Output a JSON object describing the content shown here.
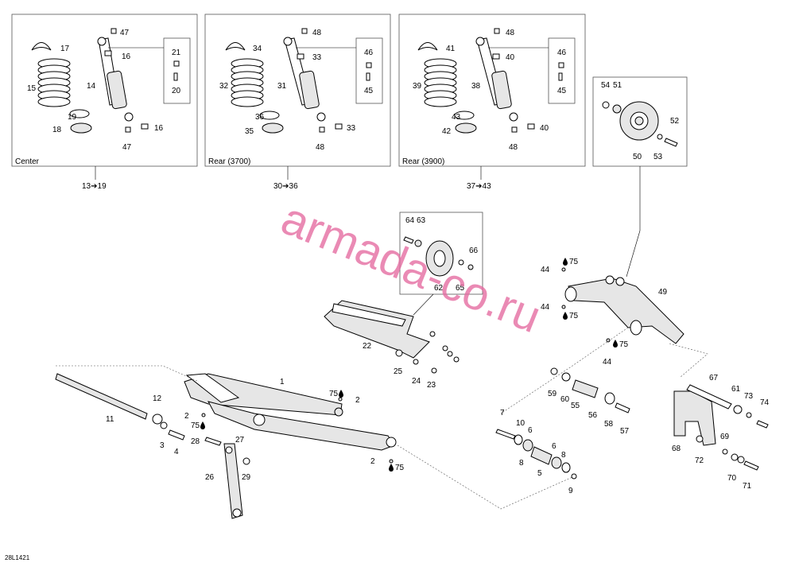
{
  "diagram": {
    "boxes": {
      "center": {
        "caption": "Center",
        "ref": "13➔19"
      },
      "rear3700": {
        "caption": "Rear (3700)",
        "ref": "30➔36"
      },
      "rear3900": {
        "caption": "Rear (3900)",
        "ref": "37➔43"
      }
    },
    "watermark": "armada-co.ru",
    "drawing_code": "28L1421",
    "oil_symbol_text": "75",
    "labels": {
      "c17": "17",
      "c15": "15",
      "c14": "14",
      "c47a": "47",
      "c16a": "16",
      "c21": "21",
      "c20": "20",
      "c19": "19",
      "c18": "18",
      "c16b": "16",
      "c47b": "47",
      "r34": "34",
      "r32": "32",
      "r31": "31",
      "r48a": "48",
      "r33a": "33",
      "r46": "46",
      "r45": "45",
      "r36": "36",
      "r35": "35",
      "r33b": "33",
      "r48b": "48",
      "s41": "41",
      "s39": "39",
      "s38": "38",
      "s48a": "48",
      "s40a": "40",
      "s46": "46",
      "s45": "45",
      "s43": "43",
      "s42": "42",
      "s40b": "40",
      "s48b": "48",
      "w54": "54",
      "w51": "51",
      "w52": "52",
      "w50": "50",
      "w53": "53",
      "i64": "64",
      "i63": "63",
      "i66": "66",
      "i65": "65",
      "i62": "62",
      "p44a": "44",
      "p44b": "44",
      "p44c": "44",
      "p49": "49",
      "p22": "22",
      "p25": "25",
      "p24": "24",
      "p23": "23",
      "p1": "1",
      "p2a": "2",
      "p2b": "2",
      "p2c": "2",
      "p11": "11",
      "p12": "12",
      "p3": "3",
      "p4": "4",
      "p28": "28",
      "p27": "27",
      "p29": "29",
      "p26": "26",
      "p7": "7",
      "p10": "10",
      "p6a": "6",
      "p6b": "6",
      "p8a": "8",
      "p8b": "8",
      "p5": "5",
      "p9": "9",
      "p59": "59",
      "p60": "60",
      "p55": "55",
      "p56": "56",
      "p58": "58",
      "p57": "57",
      "p67": "67",
      "p61": "61",
      "p73": "73",
      "p74": "74",
      "p68": "68",
      "p72": "72",
      "p69": "69",
      "p70": "70",
      "p71": "71"
    }
  }
}
